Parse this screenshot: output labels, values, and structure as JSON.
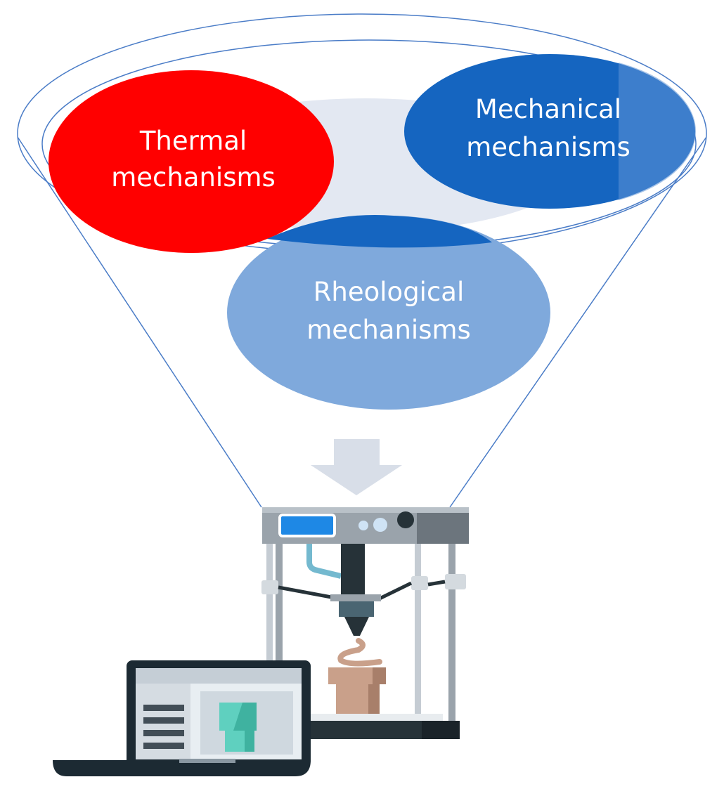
{
  "diagram": {
    "mechanisms": [
      {
        "id": "thermal",
        "line1": "Thermal",
        "line2": "mechanisms",
        "color": "#ff0000"
      },
      {
        "id": "mechanical",
        "line1": "Mechanical",
        "line2": "mechanisms",
        "color": "#1565c0"
      },
      {
        "id": "rheological",
        "line1": "Rheological",
        "line2": "mechanisms",
        "color": "#7fa9dc"
      }
    ],
    "colors": {
      "funnel_outline": "#4a7cc7",
      "funnel_fill": "#e3e8f2",
      "arrow": "#d8dee8",
      "printer_frame": "#808890",
      "printer_display": "#1e88e5",
      "nozzle": "#263238",
      "print_object": "#c9a08a",
      "laptop_body": "#1c2a33",
      "laptop_model": "#5fd0bf"
    }
  }
}
